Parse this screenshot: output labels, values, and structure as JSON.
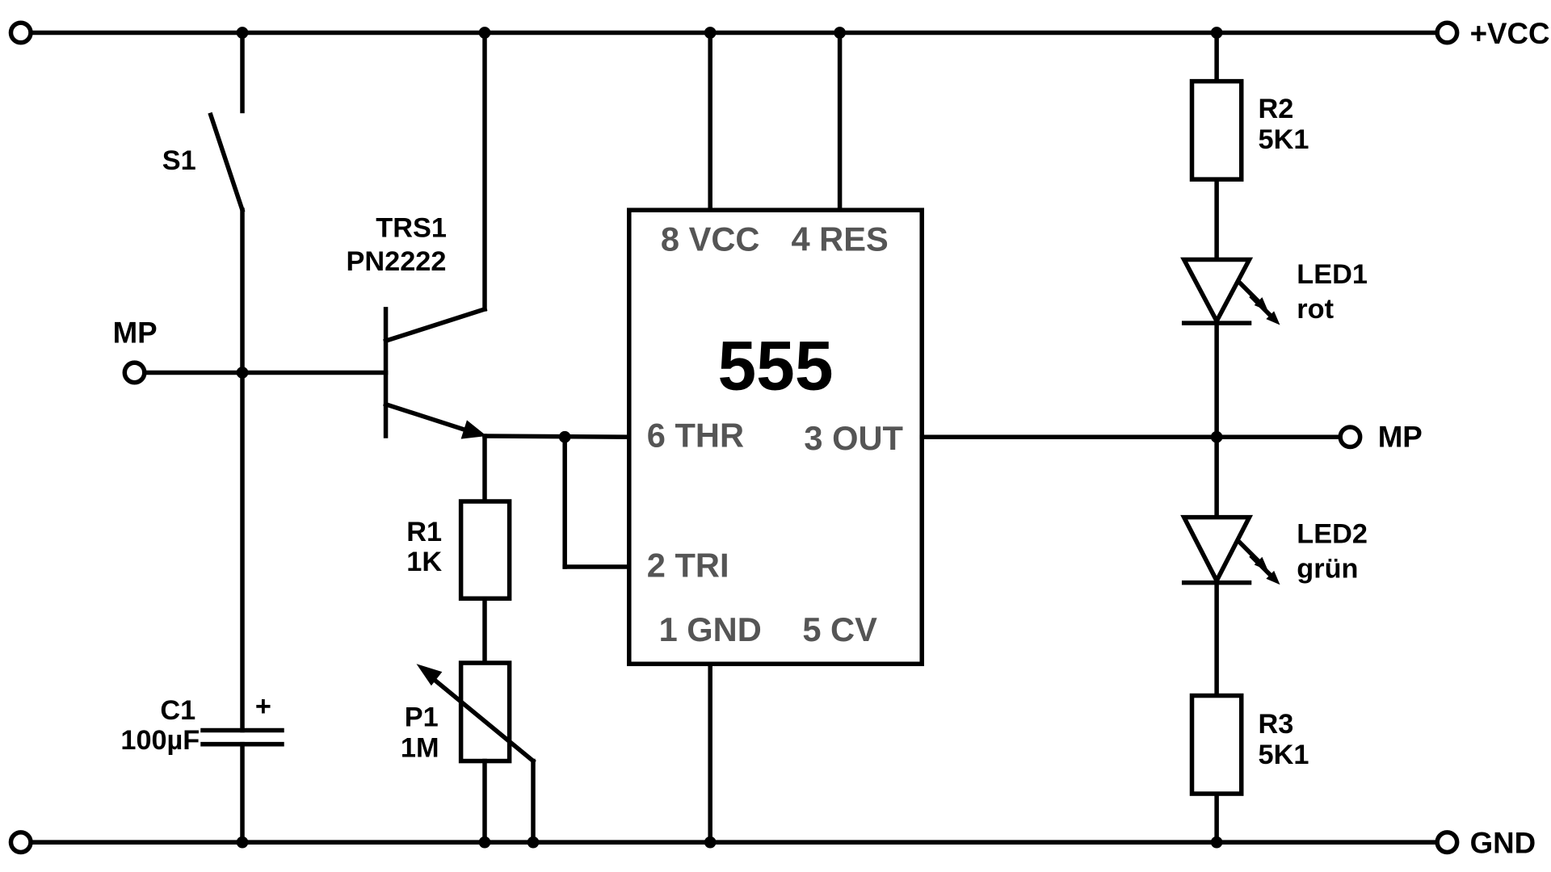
{
  "nets": {
    "vcc": "+VCC",
    "gnd": "GND",
    "mp_in": "MP",
    "mp_out": "MP"
  },
  "switch": {
    "ref": "S1"
  },
  "capacitor": {
    "ref": "C1",
    "value": "100µF",
    "polarity": "+"
  },
  "transistor": {
    "ref": "TRS1",
    "type": "PN2222"
  },
  "r1": {
    "ref": "R1",
    "value": "1K"
  },
  "p1": {
    "ref": "P1",
    "value": "1M"
  },
  "ic": {
    "name": "555",
    "pins": {
      "vcc": "8 VCC",
      "res": "4 RES",
      "thr": "6 THR",
      "out": "3 OUT",
      "tri": "2 TRI",
      "gnd": "1 GND",
      "cv": "5 CV"
    }
  },
  "r2": {
    "ref": "R2",
    "value": "5K1"
  },
  "led1": {
    "ref": "LED1",
    "color": "rot"
  },
  "led2": {
    "ref": "LED2",
    "color": "grün"
  },
  "r3": {
    "ref": "R3",
    "value": "5K1"
  },
  "colors": {
    "line": "#000000",
    "pin_text": "#555555",
    "background": "#ffffff"
  }
}
